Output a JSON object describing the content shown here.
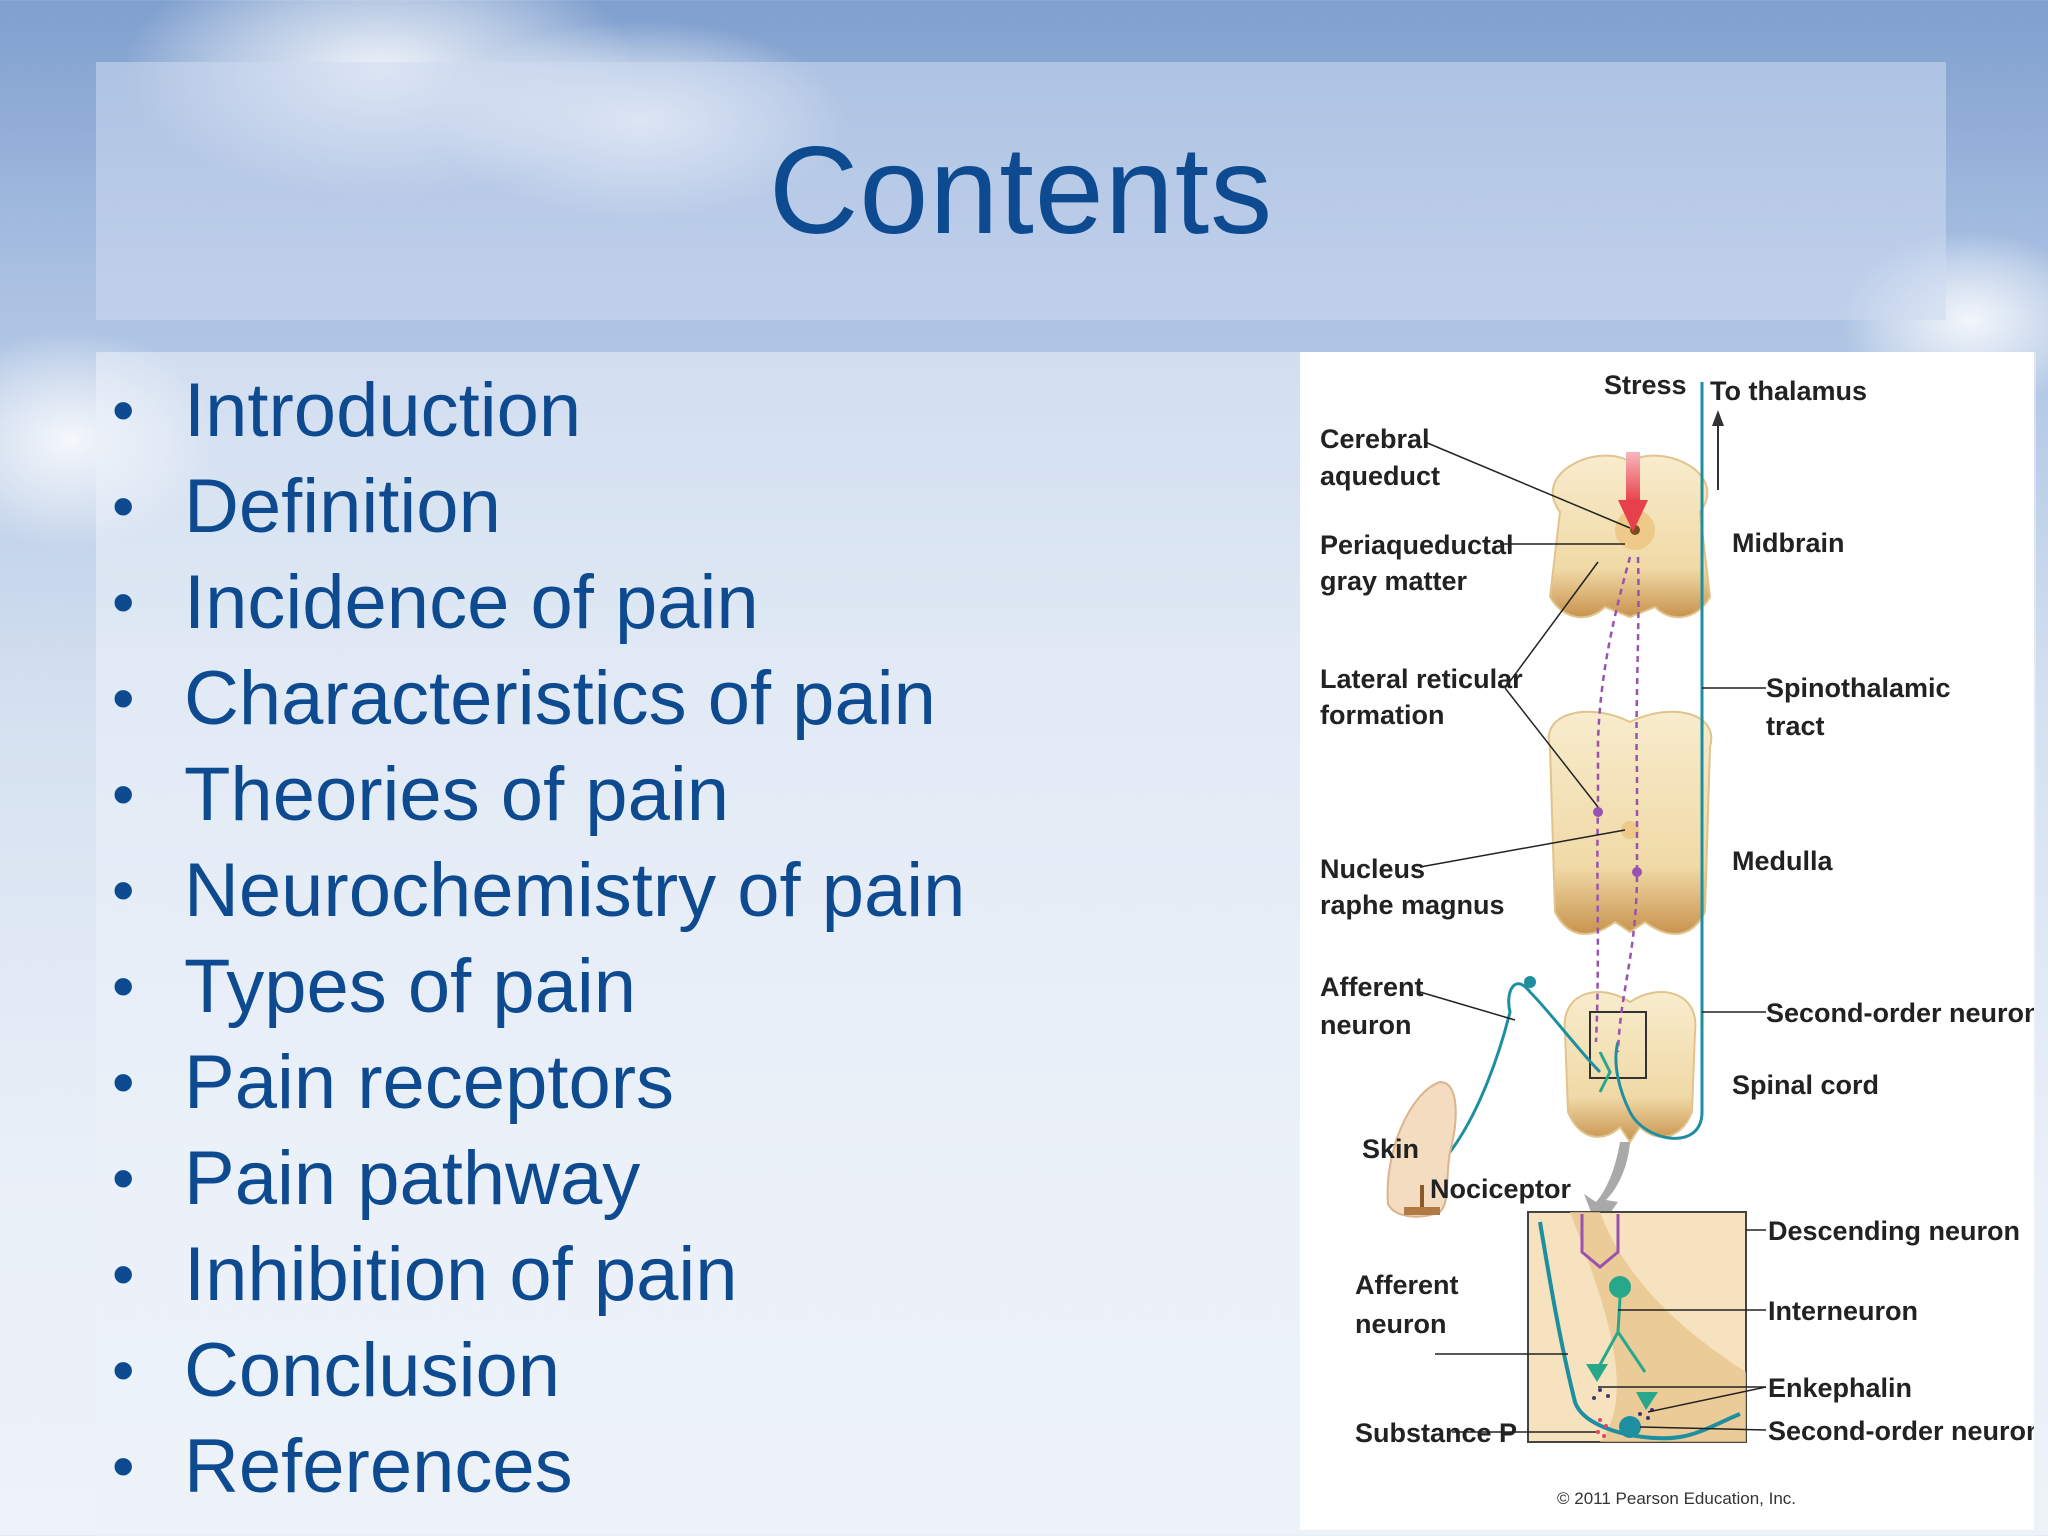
{
  "slide": {
    "title": "Contents",
    "bullet_glyph": "•",
    "items": [
      "Introduction",
      "Definition",
      "Incidence of pain",
      "Characteristics of pain",
      "Theories of pain",
      "Neurochemistry of pain",
      "Types of pain",
      "Pain receptors",
      "Pain pathway",
      "Inhibition of pain",
      "Conclusion",
      "References"
    ]
  },
  "figure": {
    "labels": {
      "stress": "Stress",
      "to_thalamus": "To thalamus",
      "cerebral_1": "Cerebral",
      "cerebral_2": "aqueduct",
      "periaq_1": "Periaqueductal",
      "periaq_2": "gray matter",
      "midbrain": "Midbrain",
      "lateral_1": "Lateral reticular",
      "lateral_2": "formation",
      "spino_1": "Spinothalamic",
      "spino_2": "tract",
      "nucleus_1": "Nucleus",
      "nucleus_2": "raphe magnus",
      "medulla": "Medulla",
      "afferent_1": "Afferent",
      "afferent_2": "neuron",
      "second_order": "Second-order neuron",
      "spinal_cord": "Spinal cord",
      "skin": "Skin",
      "nociceptor": "Nociceptor",
      "descending": "Descending neuron",
      "afferent_b1": "Afferent",
      "afferent_b2": "neuron",
      "interneuron": "Interneuron",
      "enkephalin": "Enkephalin",
      "substance_p": "Substance P",
      "second_order_b": "Second-order neuron",
      "copyright": "© 2011 Pearson Education, Inc."
    },
    "colors": {
      "tissue": "#f3e2b8",
      "tissue_dark": "#c8934e",
      "stress_arrow": "#e8404a",
      "tract": "#1e8fa0",
      "descending": "#9a52b0",
      "interneuron": "#27a88a"
    }
  },
  "theme": {
    "title_color": "#0d4a8f",
    "text_color": "#0d4a8f"
  }
}
